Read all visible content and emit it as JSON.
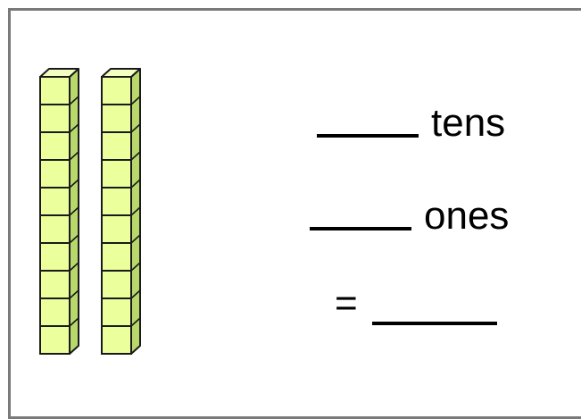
{
  "worksheet": {
    "tens_label": "tens",
    "ones_label": "ones",
    "equals_sign": "="
  },
  "base_ten_blocks": {
    "ten_rods": 2,
    "units_per_rod": 10,
    "unit_cubes": 0,
    "cube_face_color": "#ebff9c",
    "cube_top_color": "#f3ffc2",
    "cube_side_color": "#b9d86c",
    "outline_color": "#1a1a1a"
  },
  "colors": {
    "frame_border": "#7a7a7a",
    "text": "#000000"
  }
}
